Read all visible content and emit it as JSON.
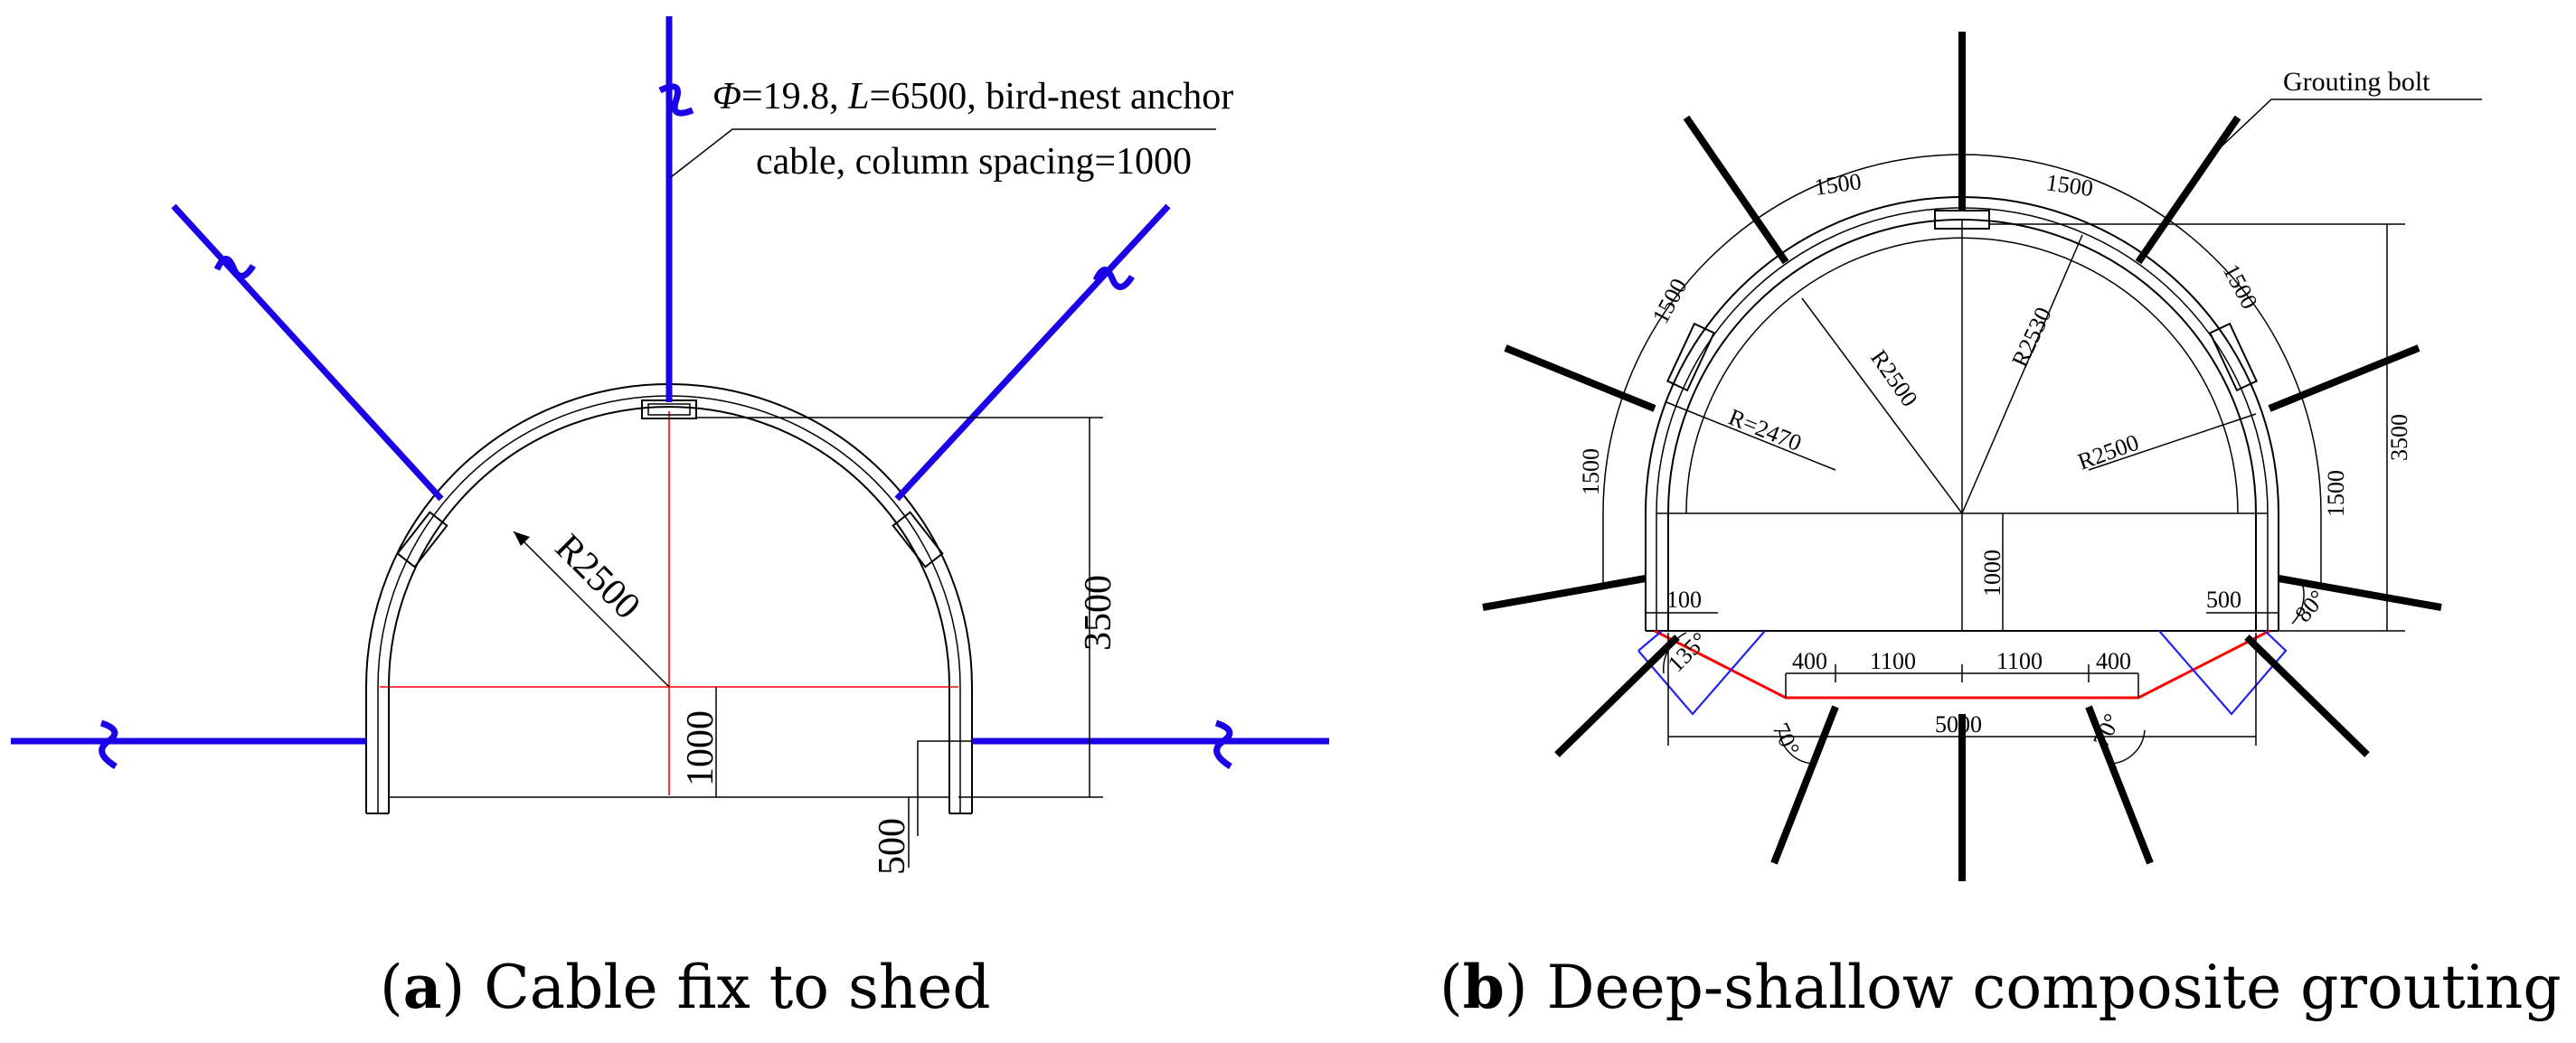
{
  "panel_a": {
    "annotation_line1_italic_phi": "Φ",
    "annotation_line1_a": "=19.8, ",
    "annotation_line1_italic_l": "L",
    "annotation_line1_b": "=6500, bird-nest anchor",
    "annotation_line2": "cable, column spacing=1000",
    "radius_label": "R2500",
    "height_label": "3500",
    "wall_label": "1000",
    "offset_label": "500",
    "caption_bold": "a",
    "caption_text": "Cable fix to shed"
  },
  "panel_b": {
    "leader_label": "Grouting bolt",
    "arc_spacing_labels": [
      "1500",
      "1500",
      "1500",
      "1500",
      "1500",
      "1500"
    ],
    "radius_labels": [
      "R2500",
      "R2530",
      "R=2470",
      "R2500"
    ],
    "height_label": "3500",
    "wall_label": "1000",
    "left_offset_label": "100",
    "right_offset_label": "500",
    "floor_dims": [
      "400",
      "1100",
      "1100",
      "400"
    ],
    "width_label": "5000",
    "angle_labels": [
      "135°",
      "80°",
      "70°",
      "70°"
    ],
    "caption_bold": "b",
    "caption_text": "Deep-shallow composite grouting"
  }
}
